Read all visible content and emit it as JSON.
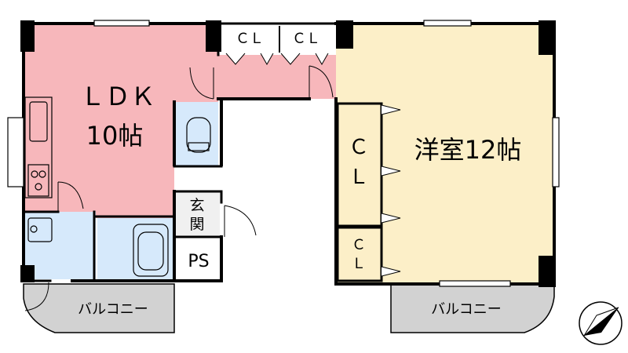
{
  "rooms": {
    "ldk": {
      "name": "ＬＤＫ",
      "size": "10帖",
      "color": "#f7b7bb"
    },
    "western": {
      "name": "洋室12帖",
      "color": "#fcefc8"
    },
    "closet_top_1": "ＣＬ",
    "closet_top_2": "ＣＬ",
    "closet_mid": [
      "Ｃ",
      "Ｌ"
    ],
    "closet_low": [
      "Ｃ",
      "Ｌ"
    ],
    "entrance": [
      "玄",
      "関"
    ],
    "ps": "PS",
    "balcony_left": "バルコニー",
    "balcony_right": "バルコニー"
  },
  "colors": {
    "wet_area": "#d6e9fb",
    "balcony": "#d2d2d2",
    "wall": "#000000"
  }
}
